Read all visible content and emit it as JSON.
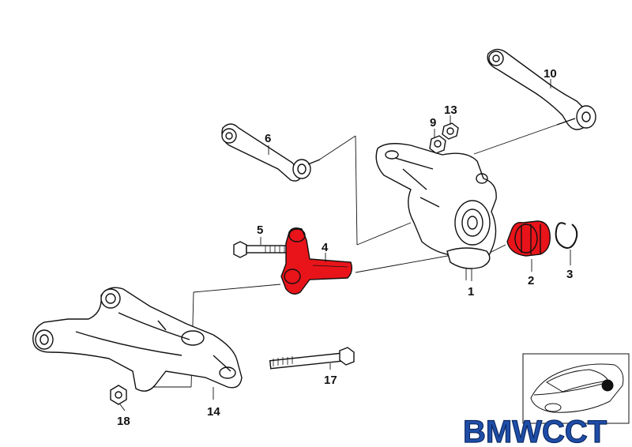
{
  "callouts": {
    "c1": "1",
    "c2": "2",
    "c3": "3",
    "c4": "4",
    "c5": "5",
    "c6": "6",
    "c9": "9",
    "c10": "10",
    "c13": "13",
    "c14": "14",
    "c17": "17",
    "c18": "18"
  },
  "watermark": {
    "text": "BMWCCT",
    "color": "#1f4ea8"
  },
  "highlight": {
    "color": "#e8141a"
  }
}
